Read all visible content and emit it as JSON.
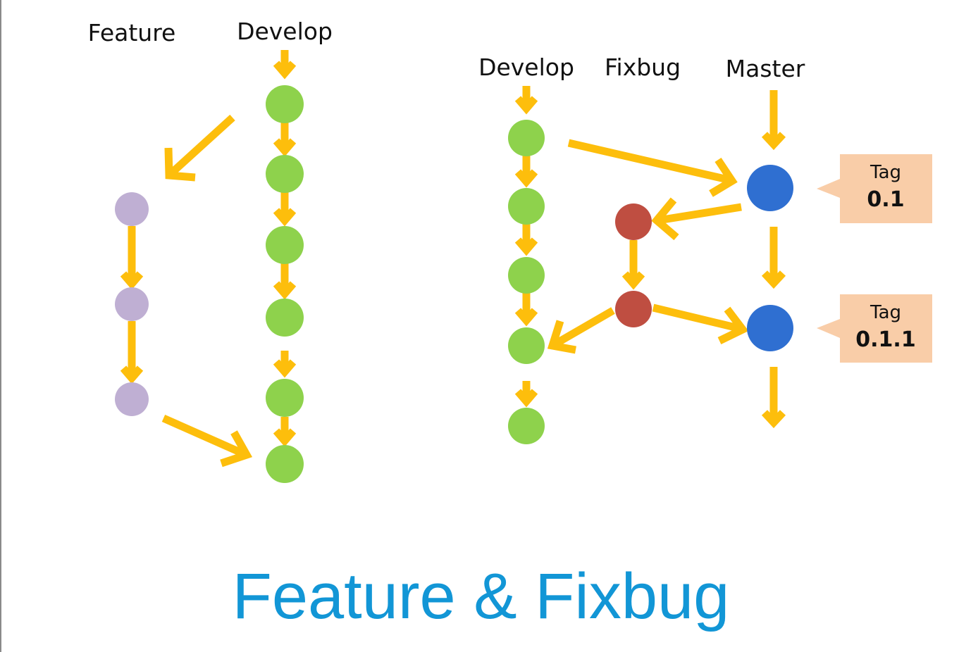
{
  "slide_title": "Feature & Fixbug",
  "colors": {
    "arrow": "#FDBE0C",
    "develop_commit": "#8ED24C",
    "feature_commit": "#BFAFD3",
    "fixbug_commit": "#BF4E41",
    "master_commit": "#2F6FD1",
    "tag_fill": "#F9CDA8",
    "title": "#1296D6"
  },
  "left_diagram": {
    "lanes": {
      "feature": "Feature",
      "develop": "Develop"
    },
    "feature_commits": 3,
    "develop_commits": 6
  },
  "right_diagram": {
    "lanes": {
      "develop": "Develop",
      "fixbug": "Fixbug",
      "master": "Master"
    },
    "develop_commits": 5,
    "fixbug_commits": 2,
    "master_commits": 2,
    "tags": [
      {
        "label": "Tag",
        "version": "0.1"
      },
      {
        "label": "Tag",
        "version": "0.1.1"
      }
    ]
  }
}
